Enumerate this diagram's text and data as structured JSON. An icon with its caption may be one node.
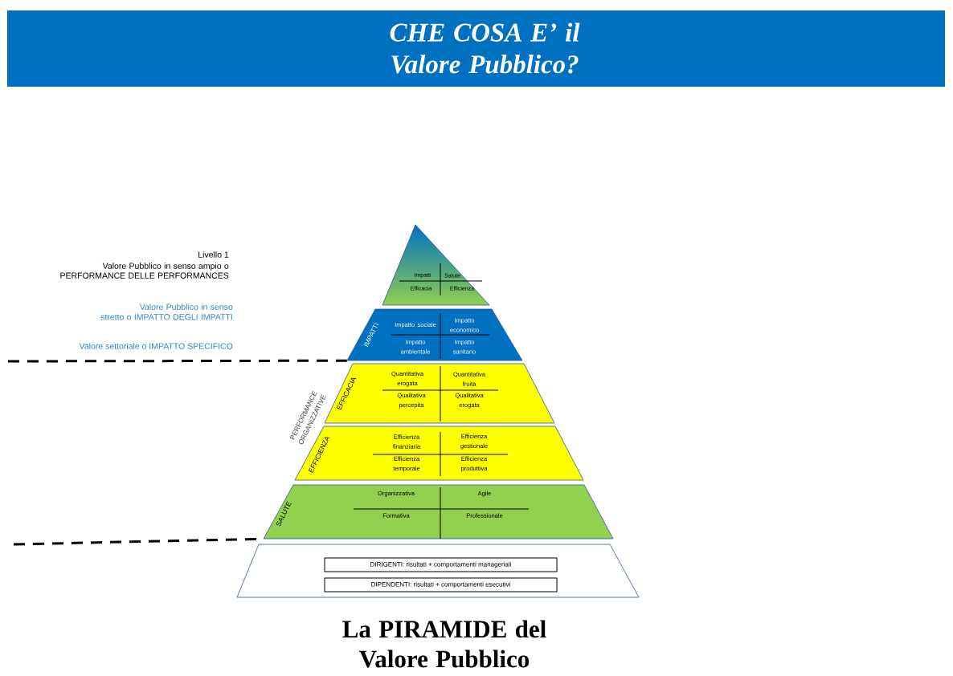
{
  "diagram": {
    "title": "CHE COSA E’ il Valore Pubblico?",
    "caption": "La PIRAMIDE del Valore Pubblico",
    "nodes": [
      {
        "text": [
          "Impatti",
          "Salute",
          "Efficacia",
          "Efficienza"
        ]
      },
      {
        "text": [
          "IMPATTI",
          "Impatto sociale",
          "Impatto economico",
          "Impatto ambientale",
          "Impatto sanitario"
        ]
      },
      {
        "text": [
          "EFFICACIA",
          "Quantitativa erogata",
          "Quantitativa fruita",
          "Qualitativa percepita",
          "Qualitativa erogata"
        ]
      },
      {
        "text": [
          "EFFICIENZA",
          "Efficienza finanziaria",
          "Efficienza gestionale",
          "Efficienza temporale",
          "Efficienza produttiva"
        ]
      },
      {
        "text": [
          "SALUTE",
          "Organizzativa",
          "Agile",
          "Formativa",
          "Professionale"
        ]
      },
      {
        "text": [],
        "shape": "box"
      },
      {
        "text": [
          "DIRIGENTI: risultati + comportamenti manageriali"
        ],
        "in": 5
      },
      {
        "text": [
          "DIPENDENTI: risultati + comportamenti esecutivi"
        ],
        "in": 5
      }
    ],
    "edges": [
      {
        "from": null,
        "to": 1,
        "arrow": "none",
        "style": "dashed"
      },
      {
        "from": null,
        "to": 4,
        "arrow": "none",
        "style": "dashed"
      }
    ],
    "labels": [
      "Livello 1",
      "Valore Pubblico in senso ampio o PERFORMANCE DELLE PERFORMANCES",
      "Valore Pubblico in senso stretto o IMPATTO DEGLI IMPATTI",
      "Valore settoriale o IMPATTO SPECIFICO",
      "PERFORMANCE ORGANIZZATIVE"
    ]
  }
}
